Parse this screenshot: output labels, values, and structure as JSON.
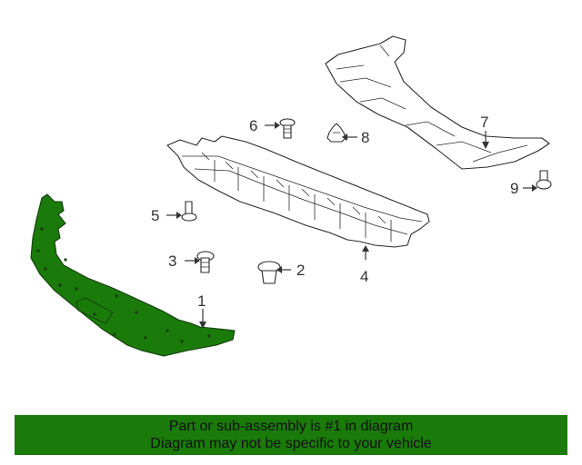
{
  "colors": {
    "highlight": "#1a7a0a",
    "line": "#2b2b2b",
    "banner_bg": "#1a7a0a",
    "banner_text": "#111111"
  },
  "callouts": [
    "1",
    "2",
    "3",
    "4",
    "5",
    "6",
    "7",
    "8",
    "9"
  ],
  "banner": {
    "line1": "Part or sub-assembly is #1 in diagram",
    "line2": "Diagram may not be specific to your vehicle"
  }
}
